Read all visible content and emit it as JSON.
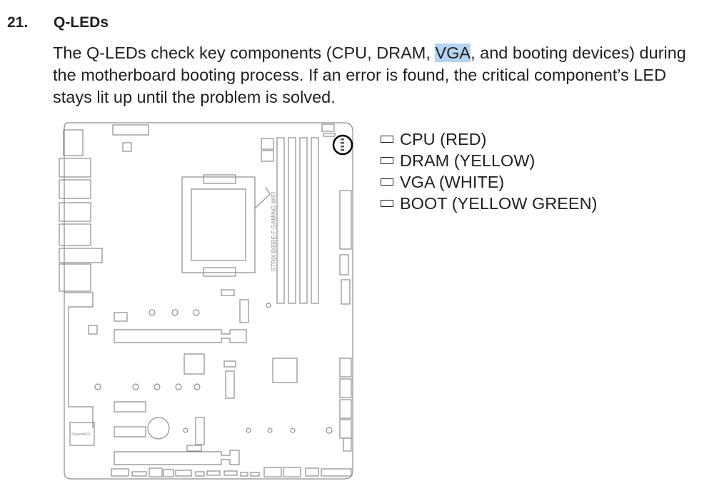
{
  "section": {
    "number": "21.",
    "title": "Q-LEDs",
    "paragraph_before": "The Q-LEDs check key components (CPU, DRAM, ",
    "paragraph_highlight": "VGA",
    "paragraph_after": ", and booting devices) during the motherboard booting process. If an error is found, the critical component’s LED stays lit up until the problem is solved."
  },
  "legend": [
    {
      "label": "CPU (RED)"
    },
    {
      "label": "DRAM (YELLOW)"
    },
    {
      "label": "VGA (WHITE)"
    },
    {
      "label": "BOOT (YELLOW GREEN)"
    }
  ],
  "board": {
    "model_text": "STRIX B650E-F GAMING WIFI",
    "audio_text": "SupremeFX"
  },
  "colors": {
    "highlight": "#b3d4f2",
    "board_line": "#8c8c8c",
    "callout": "#000000"
  }
}
